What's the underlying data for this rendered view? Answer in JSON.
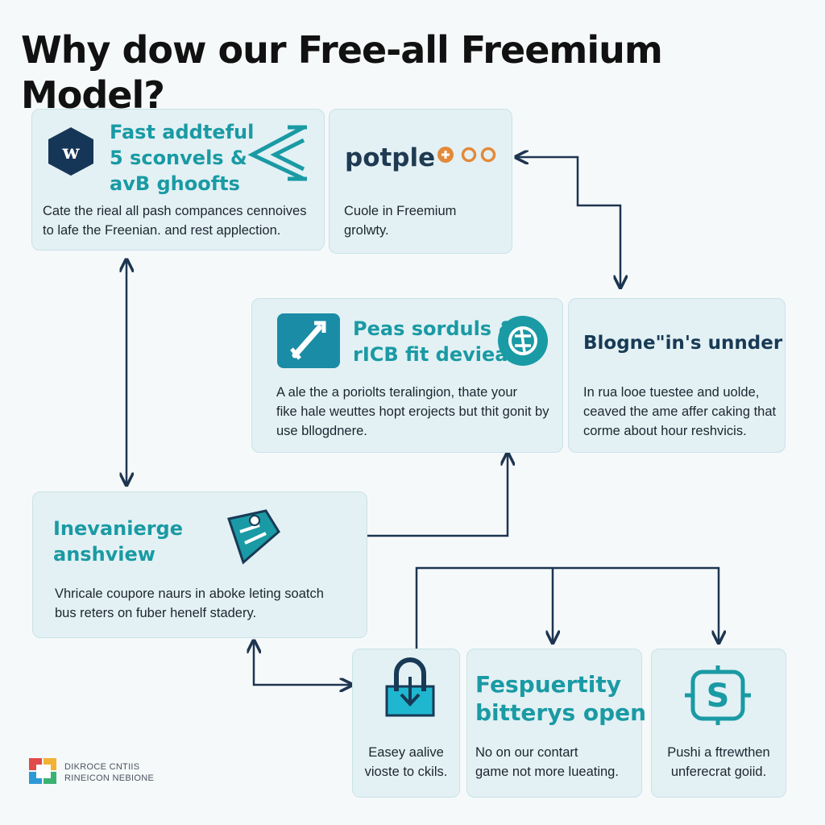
{
  "title": "Why dow our Free-all Freemium Model?",
  "cards": {
    "top_left": {
      "heading": [
        "Fast addteful",
        "5 sconvels &",
        "avB ghoofts"
      ],
      "body": [
        "Cate the rieal all pash compances cennoives",
        "to lafe the Freenian. and rest applection."
      ],
      "badge": "w"
    },
    "top_right": {
      "brand": "potple",
      "body": [
        "Cuole in Freemium",
        "grolwty."
      ]
    },
    "mid_left": {
      "heading": [
        "Peas sorduls &",
        "rICB fit deviea"
      ],
      "body": [
        "A ale the a poriolts teralingion, thate your",
        "fike hale weuttes hopt erojects but thit gonit by",
        "use bllogdnere."
      ]
    },
    "mid_right": {
      "heading": "Blogne\"in's unnder",
      "body": [
        "In rua looe tuestee and uolde,",
        "ceaved the ame affer caking that",
        "corme about hour reshvicis."
      ]
    },
    "lower_left": {
      "heading": [
        "Inevanierge",
        "anshview"
      ],
      "body": [
        "Vhricale coupore naurs in aboke leting soatch",
        "bus reters on fuber henelf stadery."
      ]
    },
    "bottom_1": {
      "body": [
        "Easey aalive",
        "vioste to ckils."
      ]
    },
    "bottom_2": {
      "heading": [
        "Fespuertity",
        "bitterys open"
      ],
      "body": [
        "No on our contart",
        "game not more lueating."
      ]
    },
    "bottom_3": {
      "body": [
        "Pushi a ftrewthen",
        "unferecrat goiid."
      ]
    }
  },
  "footer_logo": [
    "DIKROCE CNTIIS",
    "RINEICON NEBIONE"
  ],
  "colors": {
    "teal": "#1a9aa4",
    "navy": "#183a56",
    "card": "#e3f1f4",
    "arrow": "#1d3550",
    "orange": "#e38a3a"
  }
}
